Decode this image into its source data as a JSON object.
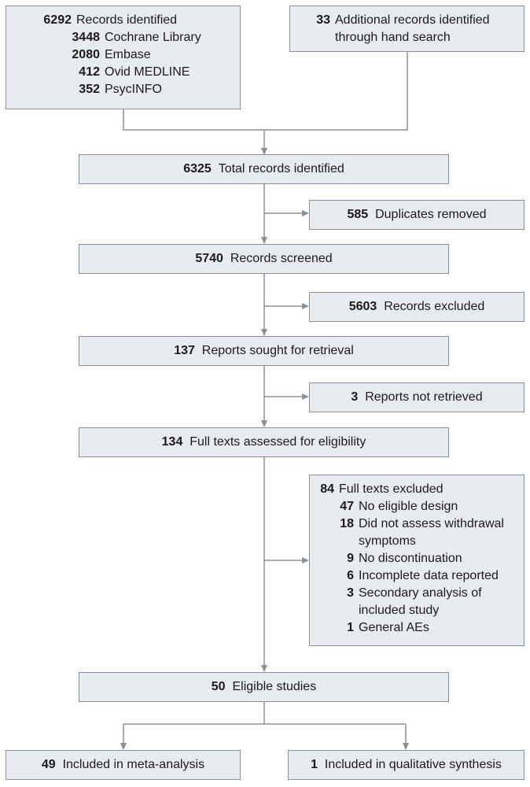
{
  "records": {
    "total": "6292",
    "label": "Records identified",
    "sources": [
      {
        "count": "3448",
        "name": "Cochrane Library"
      },
      {
        "count": "2080",
        "name": "Embase"
      },
      {
        "count": "412",
        "name": "Ovid MEDLINE"
      },
      {
        "count": "352",
        "name": "PsycINFO"
      }
    ]
  },
  "hand": {
    "count": "33",
    "line1": "Additional records identified",
    "line2": "through hand search"
  },
  "total": {
    "count": "6325",
    "label": "Total records identified"
  },
  "duplicates": {
    "count": "585",
    "label": "Duplicates removed"
  },
  "screened": {
    "count": "5740",
    "label": "Records screened"
  },
  "excluded": {
    "count": "5603",
    "label": "Records excluded"
  },
  "sought": {
    "count": "137",
    "label": "Reports sought for retrieval"
  },
  "notret": {
    "count": "3",
    "label": "Reports not retrieved"
  },
  "assessed": {
    "count": "134",
    "label": "Full texts assessed for eligibility"
  },
  "ftex": {
    "count": "84",
    "label": "Full texts excluded",
    "reasons": [
      {
        "count": "47",
        "lines": [
          "No eligible design"
        ]
      },
      {
        "count": "18",
        "lines": [
          "Did not assess withdrawal",
          "symptoms"
        ]
      },
      {
        "count": "9",
        "lines": [
          "No discontinuation"
        ]
      },
      {
        "count": "6",
        "lines": [
          "Incomplete data reported"
        ]
      },
      {
        "count": "3",
        "lines": [
          "Secondary analysis of",
          "included study"
        ]
      },
      {
        "count": "1",
        "lines": [
          "General AEs"
        ]
      }
    ]
  },
  "eligible": {
    "count": "50",
    "label": "Eligible studies"
  },
  "meta": {
    "count": "49",
    "label": "Included in meta-analysis"
  },
  "qual": {
    "count": "1",
    "label": "Included in qualitative synthesis"
  }
}
